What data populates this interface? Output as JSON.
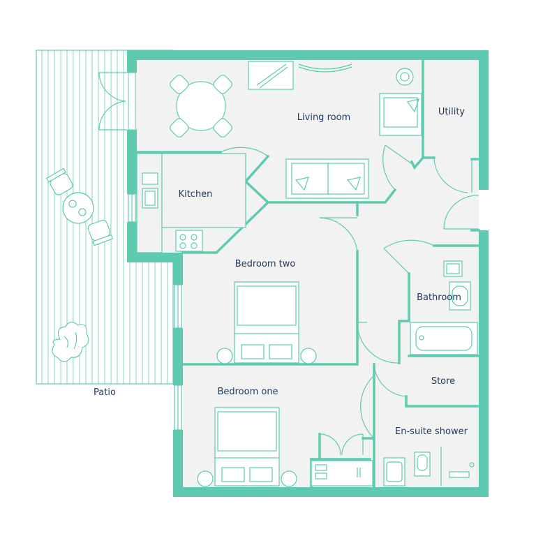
{
  "rooms": {
    "living_room": "Living room",
    "utility": "Utility",
    "kitchen": "Kitchen",
    "bedroom_two": "Bedroom two",
    "bathroom": "Bathroom",
    "store": "Store",
    "bedroom_one": "Bedroom one",
    "ensuite": "En-suite shower",
    "patio": "Patio"
  },
  "colors": {
    "wall": "#5ecbb0",
    "floor": "#f2f2f2",
    "label": "#1e3a5f"
  }
}
